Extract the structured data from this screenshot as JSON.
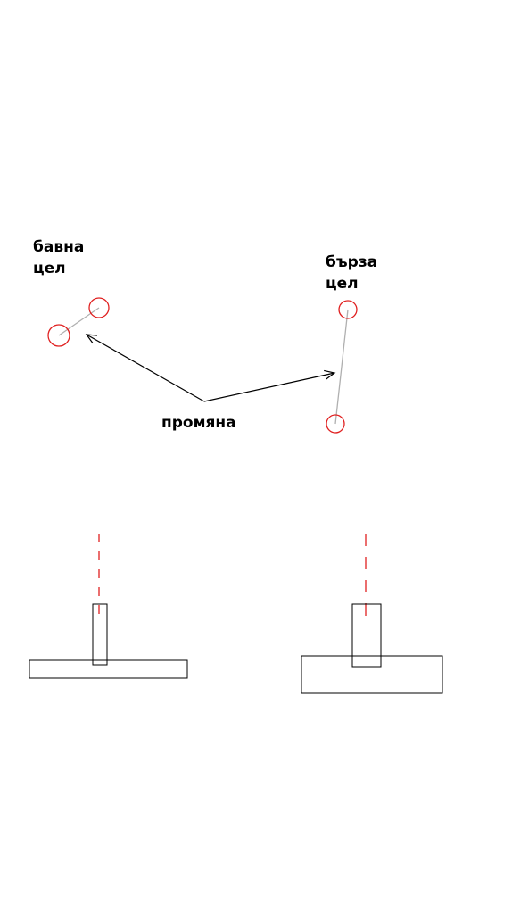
{
  "labels": {
    "slow_target_line1": "бавна",
    "slow_target_line2": "цел",
    "fast_target_line1": "бърза",
    "fast_target_line2": "цел",
    "change": "промяна"
  },
  "colors": {
    "circle": "#e02020",
    "connector": "#b0b0b0",
    "arrow": "#000000",
    "dash": "#e02020",
    "outline": "#000000"
  }
}
